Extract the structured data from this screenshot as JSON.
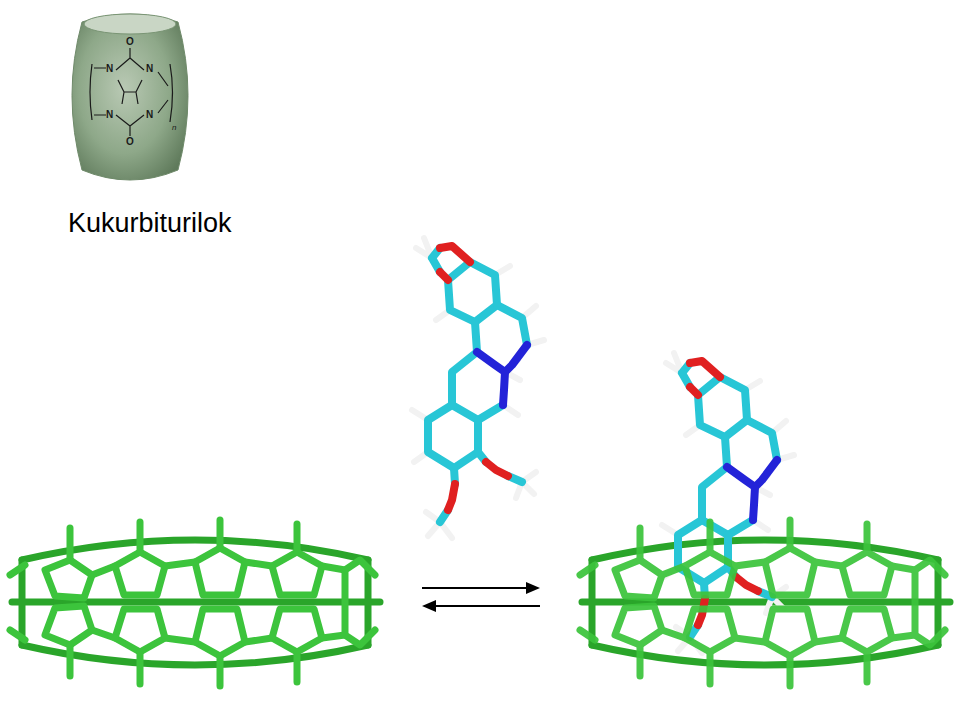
{
  "diagram": {
    "labels": [
      "Kukurbiturilok",
      "O",
      "N",
      "N",
      "N",
      "N",
      "O",
      "n"
    ]
  }
}
